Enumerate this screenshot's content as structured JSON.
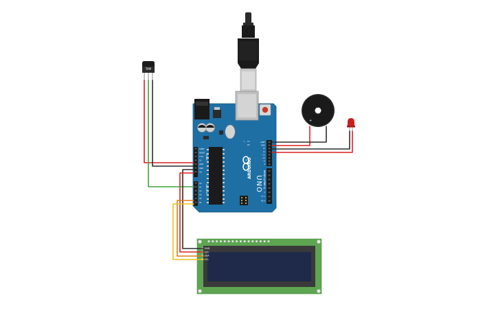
{
  "sensor": {
    "label": "TMP"
  },
  "arduino": {
    "brand": "ARDUINO",
    "model": "UNO",
    "top_pin_labels": [
      "AREF",
      "GND",
      "13",
      "12",
      "~11",
      "~10",
      "~9",
      "8"
    ],
    "top_pin_labels_b": [
      "7",
      "~6",
      "~5",
      "4",
      "~3",
      "2",
      "TX 1",
      "RX 0"
    ],
    "header_text": "DIGITAL (PWM~)",
    "power_labels": [
      "IOREF",
      "RESET",
      "3.3V",
      "5V",
      "GND",
      "GND",
      "Vin"
    ],
    "analog_labels": [
      "A0",
      "A1",
      "A2",
      "A3",
      "A4",
      "A5"
    ],
    "power_header": "POWER",
    "analog_header": "ANALOG IN"
  },
  "lcd": {
    "pin_labels": [
      "GND",
      "VCC",
      "SDA",
      "SCL"
    ]
  },
  "buzzer": {
    "plus": "+"
  },
  "colors": {
    "board": "#1e6fa4",
    "wire_red": "#d8211f",
    "wire_black": "#2b2b2b",
    "wire_green": "#3ea33a",
    "wire_yellow": "#e8c21a",
    "wire_orange": "#e07b1a",
    "lcd_pcb": "#5ea552",
    "lcd_screen": "#1f2a4a",
    "led_red": "#c8201e"
  }
}
